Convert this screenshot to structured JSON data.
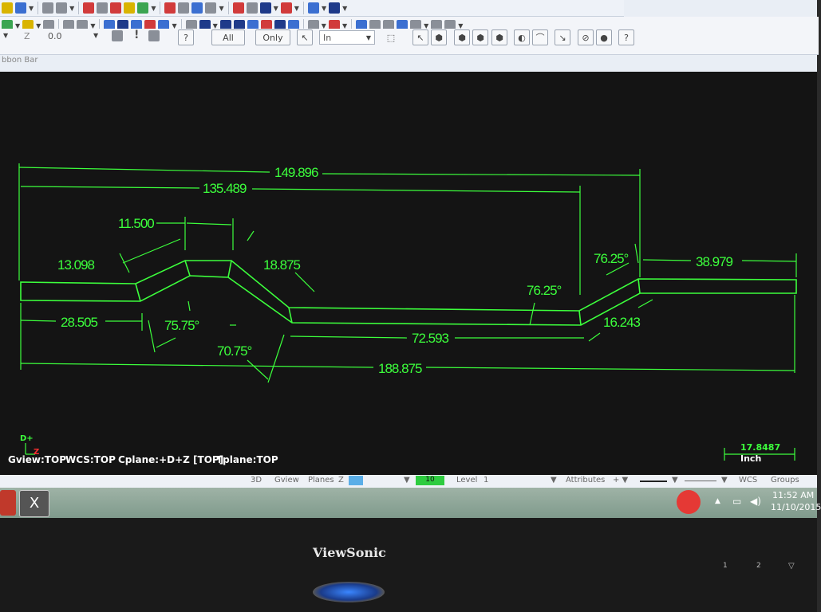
{
  "toolbar": {
    "z_value": "0.0",
    "all_label": "All",
    "only_label": "Only",
    "in_label": "In",
    "ribbon_bar_label": "bbon Bar"
  },
  "drawing": {
    "dims": {
      "d149": "149.896",
      "d135": "135.489",
      "d11": "11.500",
      "d13": "13.098",
      "d18": "18.875",
      "d76a": "76.25°",
      "d76b": "76.25°",
      "d38": "38.979",
      "d28": "28.505",
      "d75": "75.75°",
      "d70": "70.75°",
      "d72": "72.593",
      "d16": "16.243",
      "d188": "188.875"
    },
    "view_info": {
      "gview": "Gview:TOP",
      "wcs": "WCS:TOP",
      "cplane": "Cplane:+D+Z [TOP]",
      "tplane": "Tplane:TOP"
    },
    "axis_d": "D+",
    "axis_z": "Z",
    "scale_value": "17.8487",
    "scale_unit": "Inch",
    "colors": {
      "background": "#141414",
      "geometry": "#3cff3c"
    }
  },
  "statusbar": {
    "mode": "3D",
    "gview": "Gview",
    "planes": "Planes",
    "z": "Z",
    "level_value": "10",
    "level_label": "Level",
    "level_num": "1",
    "attributes": "Attributes",
    "wcs": "WCS",
    "groups": "Groups"
  },
  "taskbar": {
    "time": "11:52 AM",
    "date": "11/10/2015"
  },
  "monitor": {
    "brand": "ViewSonic",
    "btn1": "1",
    "btn2": "2"
  }
}
